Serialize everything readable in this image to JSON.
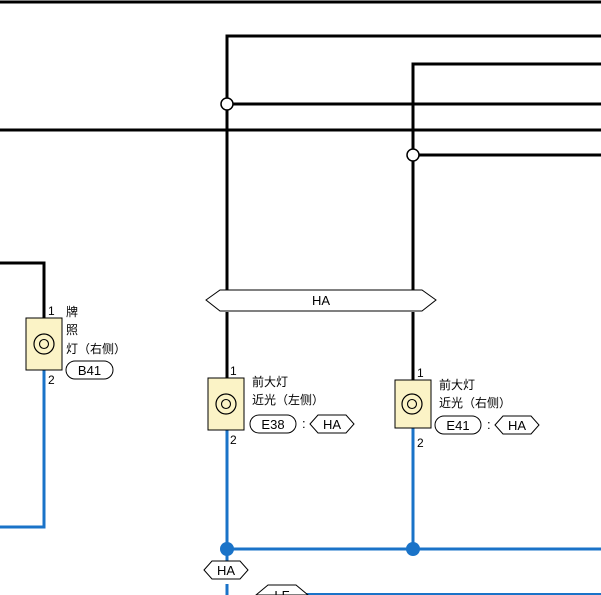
{
  "harness_bar": {
    "label": "HA"
  },
  "components": [
    {
      "id": "license-lamp",
      "name_lines": [
        "牌",
        "照",
        "灯（右侧）"
      ],
      "connector": "B41",
      "pin_top": "1",
      "pin_bottom": "2"
    },
    {
      "id": "headlamp-left",
      "name_lines": [
        "前大灯",
        "近光（左侧）"
      ],
      "connector": "E38",
      "harness": "HA",
      "pin_top": "1",
      "pin_bottom": "2"
    },
    {
      "id": "headlamp-right",
      "name_lines": [
        "前大灯",
        "近光（右侧）"
      ],
      "connector": "E41",
      "harness": "HA",
      "pin_top": "1",
      "pin_bottom": "2"
    }
  ],
  "bottom_tags": [
    "HA",
    "LF"
  ],
  "colors": {
    "power_wire": "#000000",
    "ground_wire": "#1a73c8",
    "lamp_fill": "#fbf3c6"
  }
}
